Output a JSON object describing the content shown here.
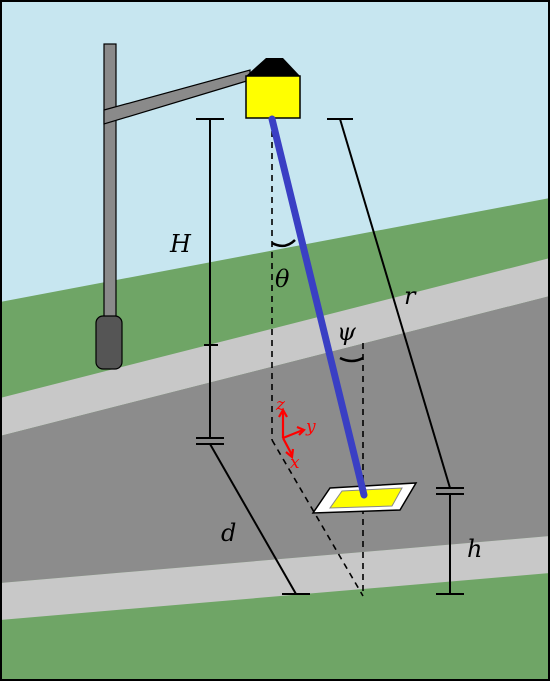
{
  "colors": {
    "sky": "#c7e6f0",
    "grass": "#6fa566",
    "sidewalk": "#c8c8c8",
    "road": "#8c8c8c",
    "pole": "#8a8a8a",
    "lamp_body": "#ffff00",
    "lamp_cap": "#000000",
    "light_ray": "#3a3fc4",
    "axes": "#ff0000",
    "phone_screen": "#ffff00",
    "frame": "#000000"
  },
  "labels": {
    "H": "H",
    "d": "d",
    "r": "r",
    "h": "h",
    "theta": "θ",
    "psi": "ψ"
  },
  "axes": {
    "z": "z",
    "y": "y",
    "x": "x"
  },
  "icons": {
    "street_lamp": "street-lamp-icon",
    "smartphone": "smartphone-icon"
  }
}
